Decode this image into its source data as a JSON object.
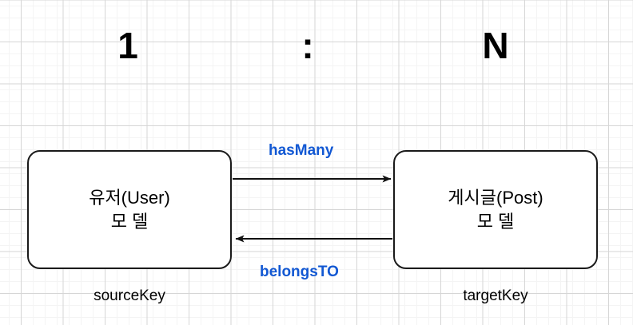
{
  "diagram": {
    "title_row": {
      "one": "1",
      "separator": ":",
      "many": "N"
    },
    "entities": [
      {
        "id": "user",
        "line1": "유저(User)",
        "line2": "모 델",
        "key_caption": "sourceKey"
      },
      {
        "id": "post",
        "line1": "게시글(Post)",
        "line2": "모 델",
        "key_caption": "targetKey"
      }
    ],
    "relations": [
      {
        "id": "has-many",
        "label": "hasMany",
        "direction": "user-to-post",
        "color": "#1258d3"
      },
      {
        "id": "belongs-to",
        "label": "belongsTO",
        "direction": "post-to-user",
        "color": "#1258d3"
      }
    ],
    "colors": {
      "relation_label": "#1258d3",
      "box_border": "#1a1a1a",
      "connector": "#111111",
      "grid_minor": "#f4f4f4",
      "grid_major": "#d6d6d6",
      "background": "#ffffff"
    }
  }
}
